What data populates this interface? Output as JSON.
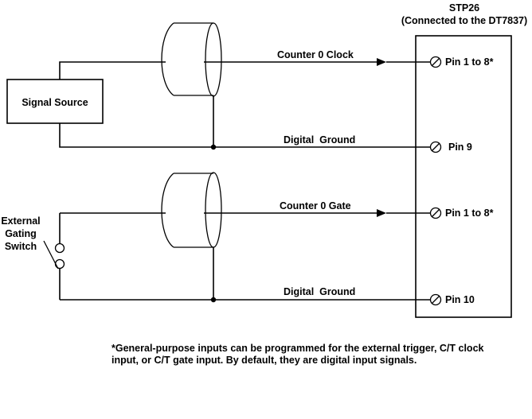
{
  "terminal_board": {
    "title": "STP26",
    "subtitle": "(Connected to the DT7837)"
  },
  "signal_source": {
    "label": "Signal Source"
  },
  "external_switch": {
    "lines": [
      "External",
      "Gating",
      "Switch"
    ]
  },
  "wires": {
    "counter_clock": "Counter 0 Clock",
    "ground_1": "Digital  Ground",
    "counter_gate": "Counter 0 Gate",
    "ground_2": "Digital  Ground"
  },
  "pins": {
    "clock_pin": "Pin 1 to 8*",
    "ground_pin_1": "Pin 9",
    "gate_pin": "Pin 1 to 8*",
    "ground_pin_2": "Pin 10"
  },
  "footnote": "*General-purpose inputs can be programmed for the external trigger, C/T clock input, or C/T gate input. By default, they are digital input signals."
}
